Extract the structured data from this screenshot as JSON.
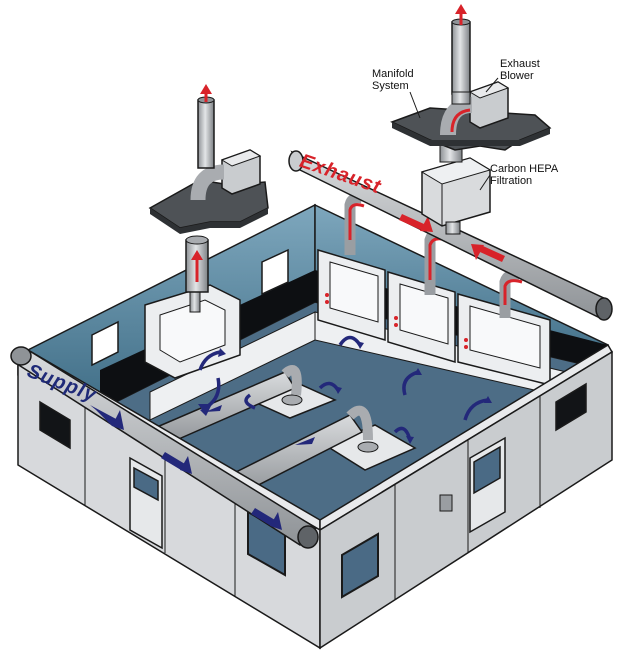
{
  "labels": {
    "manifold": "Manifold System",
    "blower": "Exhaust Blower",
    "hepa": "Carbon HEPA Filtration",
    "exhaust": "Exhaust",
    "supply": "Supply"
  },
  "colors": {
    "wall": "#d7d9dc",
    "wall_top": "#e9eaec",
    "interior_wall": "#5f8aa3",
    "floor": "#4d6d86",
    "duct": "#a9acb0",
    "supply_arrow": "#23287a",
    "exhaust_arrow": "#d8232a",
    "outline": "#1a1a1a"
  }
}
